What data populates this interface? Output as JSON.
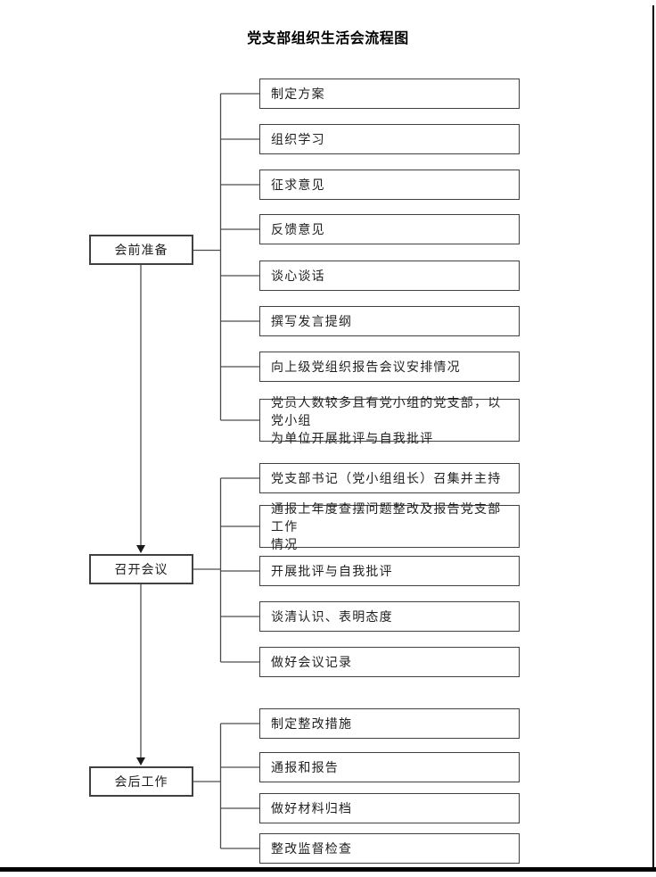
{
  "page": {
    "title": "党支部组织生活会流程图"
  },
  "flowchart": {
    "stages": [
      {
        "label": "会前准备",
        "steps": [
          "制定方案",
          "组织学习",
          "征求意见",
          "反馈意见",
          "谈心谈话",
          "撰写发言提纲",
          "向上级党组织报告会议安排情况",
          "党员人数较多且有党小组的党支部，以党小组\n为单位开展批评与自我批评"
        ]
      },
      {
        "label": "召开会议",
        "steps": [
          "党支部书记（党小组组长）召集并主持",
          "通报上年度查摆问题整改及报告党支部工作\n情况",
          "开展批评与自我批评",
          "谈清认识、表明态度",
          "做好会议记录"
        ]
      },
      {
        "label": "会后工作",
        "steps": [
          "制定整改措施",
          "通报和报告",
          "做好材料归档",
          "整改监督检查"
        ]
      }
    ]
  },
  "colors": {
    "box_border": "#404040",
    "connector_line": "#4d4d4d",
    "text": "#1f1f1f",
    "page_border": "#000000"
  }
}
